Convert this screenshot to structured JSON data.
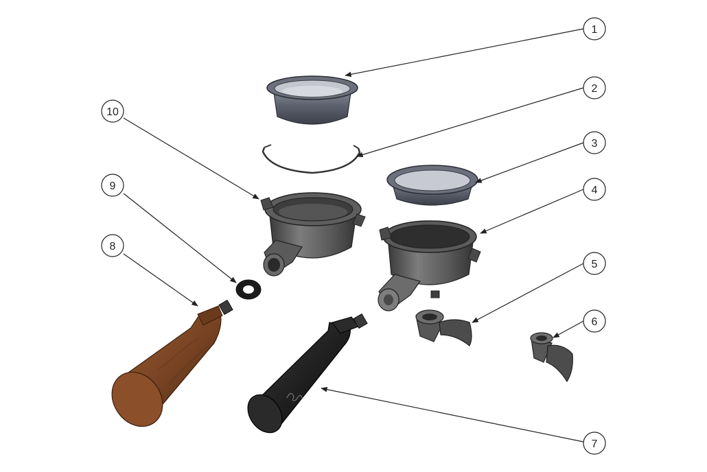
{
  "diagram": {
    "callouts": [
      {
        "label": "1"
      },
      {
        "label": "2"
      },
      {
        "label": "3"
      },
      {
        "label": "4"
      },
      {
        "label": "5"
      },
      {
        "label": "6"
      },
      {
        "label": "7"
      },
      {
        "label": "8"
      },
      {
        "label": "9"
      },
      {
        "label": "10"
      }
    ],
    "colors": {
      "basket": "#5c5f6b",
      "basket_inner": "#a7aab5",
      "metal": "#4b4b4b",
      "wood": "#7a4726",
      "handle_black": "#1d1d1d",
      "leader": "#222222"
    }
  }
}
